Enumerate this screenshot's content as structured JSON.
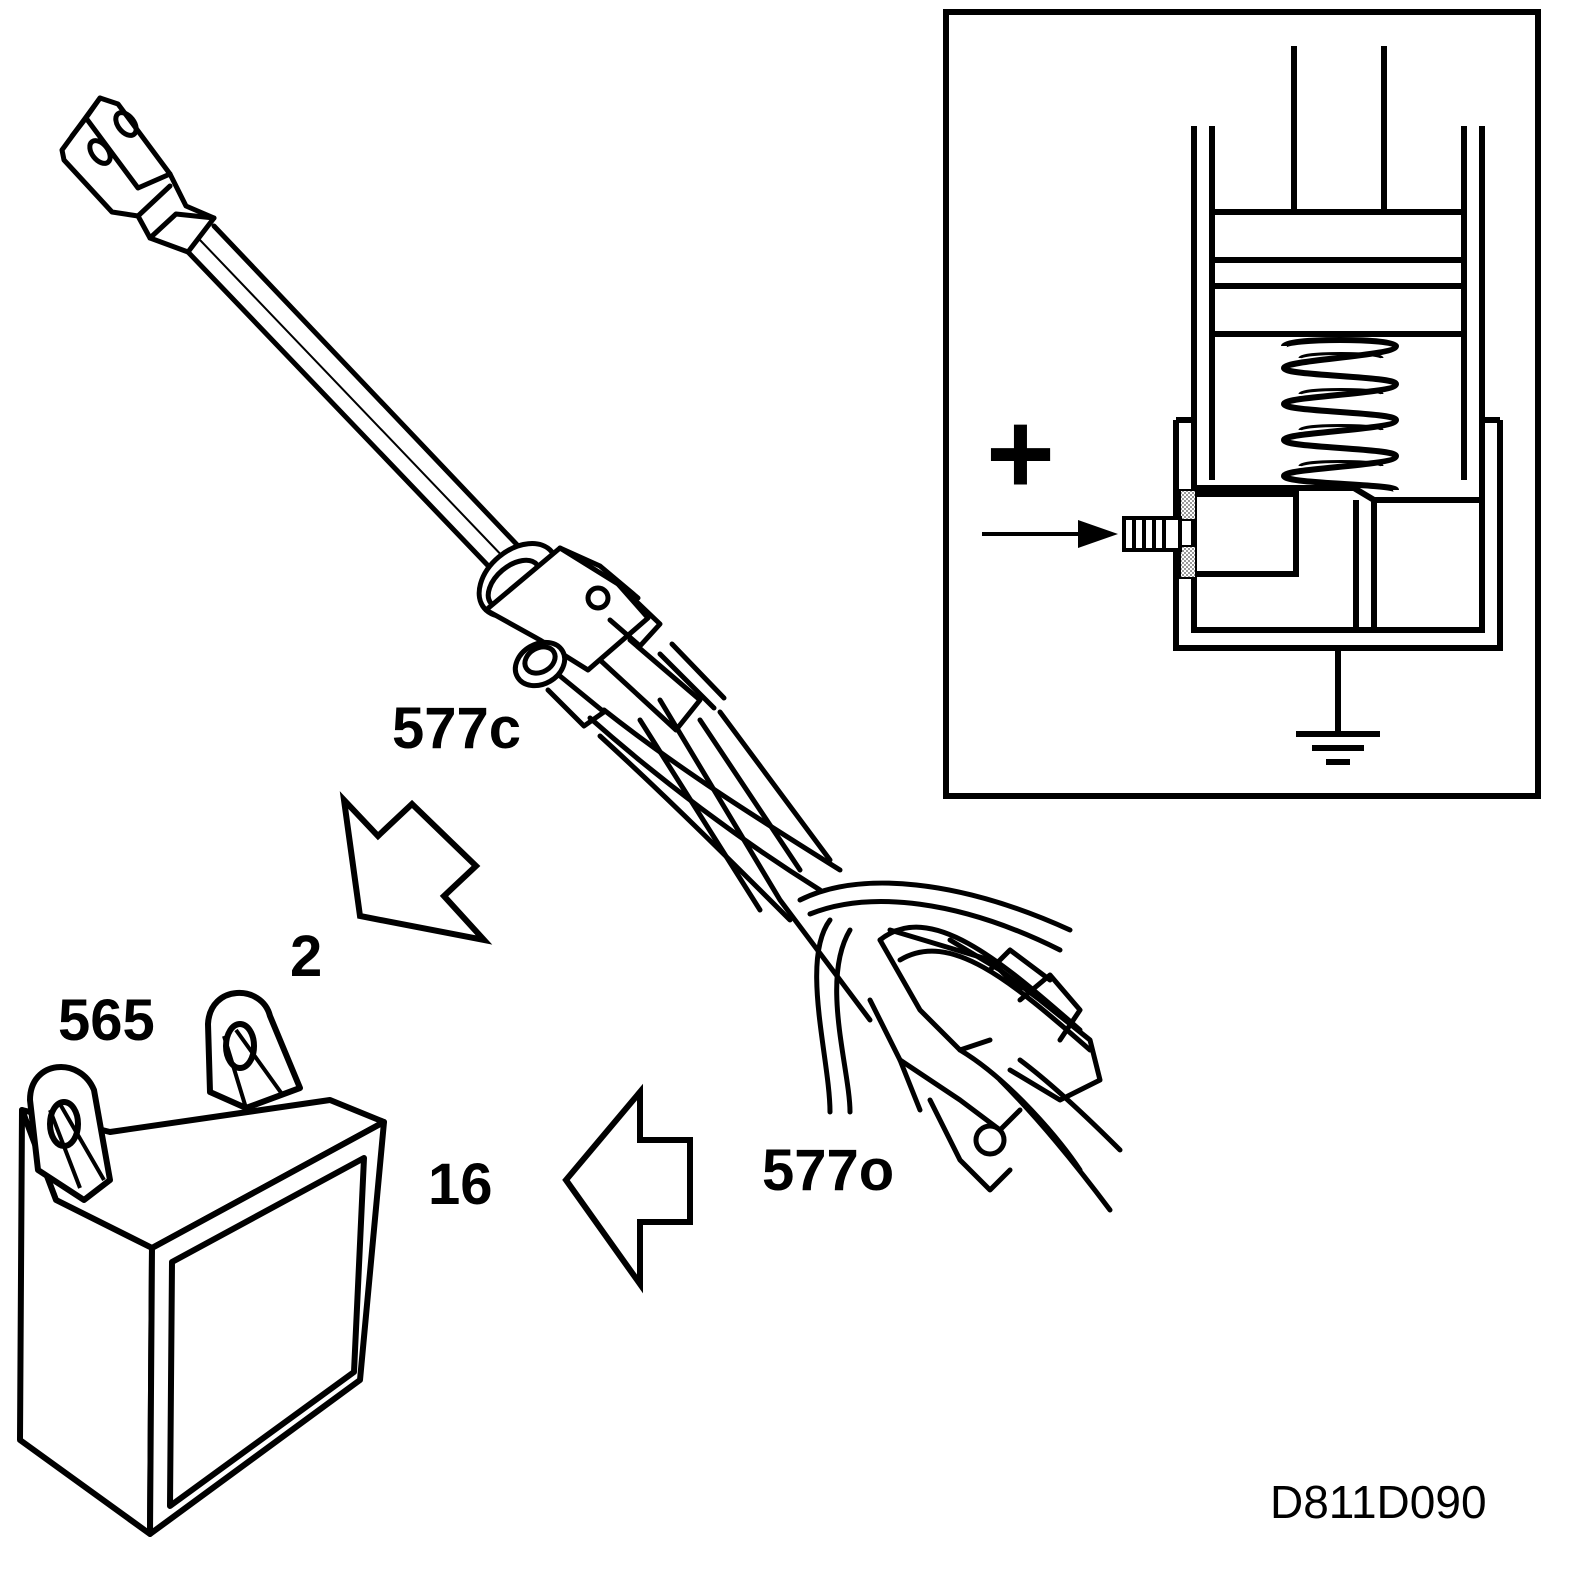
{
  "labels": {
    "sensor_closed": "577c",
    "sensor_open": "577o",
    "step_first": "2",
    "step_second": "16",
    "component": "565",
    "drawing_code": "D811D090"
  },
  "inset": {
    "polarity_symbol": "+"
  },
  "icons": {
    "arrow_upper": "hollow-arrow-down-left",
    "arrow_lower": "hollow-arrow-left",
    "ground": "ground-symbol"
  },
  "colors": {
    "line": "#000000",
    "background": "#ffffff",
    "hatch": "#9a9a9a"
  }
}
